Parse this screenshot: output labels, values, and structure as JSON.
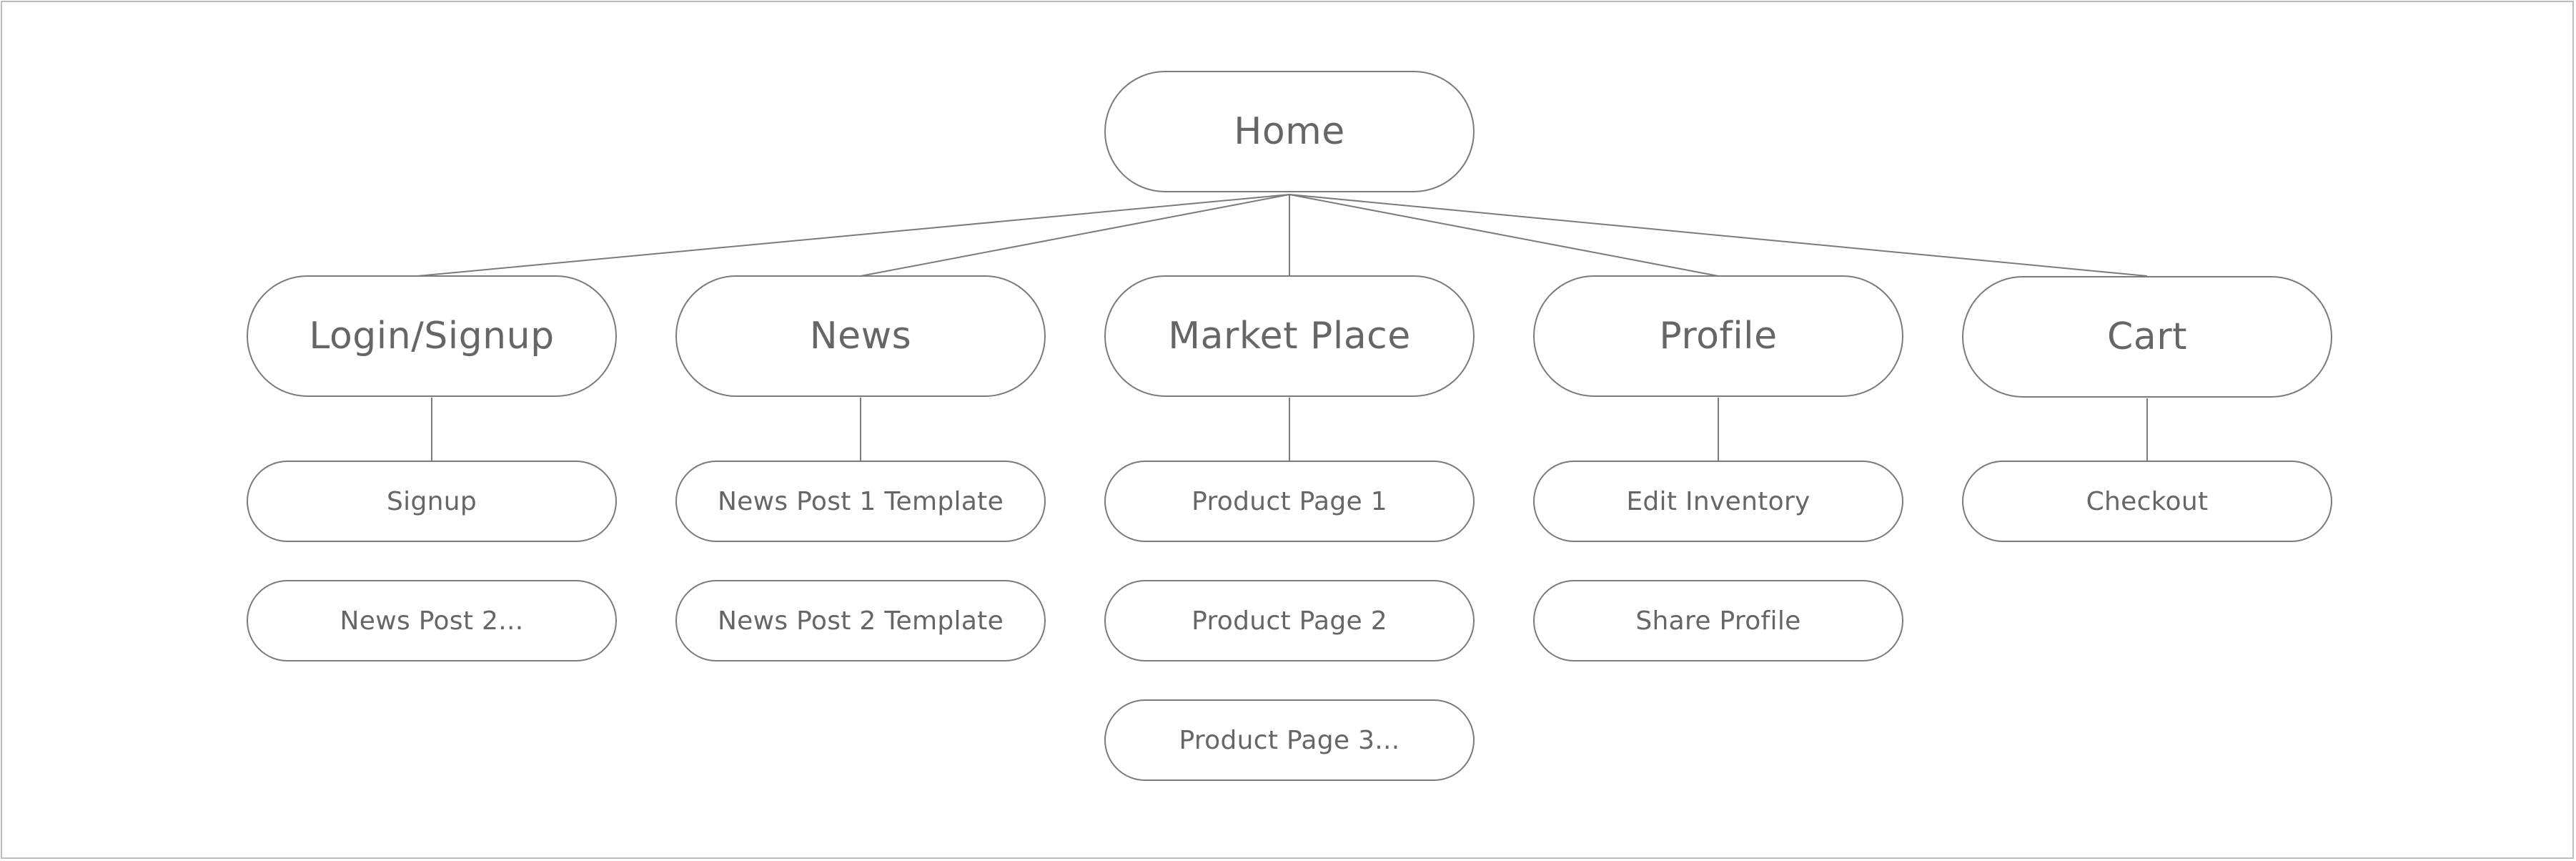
{
  "diagram": {
    "root": {
      "id": "home",
      "label": "Home"
    },
    "sections": [
      {
        "id": "login-signup",
        "label": "Login/Signup",
        "children": [
          {
            "id": "signup",
            "label": "Signup"
          },
          {
            "id": "news-post-2-dup",
            "label": "News Post 2..."
          }
        ]
      },
      {
        "id": "news",
        "label": "News",
        "children": [
          {
            "id": "news-post-1-template",
            "label": "News Post 1 Template"
          },
          {
            "id": "news-post-2-template",
            "label": "News Post 2 Template"
          }
        ]
      },
      {
        "id": "market-place",
        "label": "Market Place",
        "children": [
          {
            "id": "product-page-1",
            "label": "Product Page 1"
          },
          {
            "id": "product-page-2",
            "label": "Product Page 2"
          },
          {
            "id": "product-page-3",
            "label": "Product Page 3..."
          }
        ]
      },
      {
        "id": "profile",
        "label": "Profile",
        "children": [
          {
            "id": "edit-inventory",
            "label": "Edit Inventory"
          },
          {
            "id": "share-profile",
            "label": "Share Profile"
          }
        ]
      },
      {
        "id": "cart",
        "label": "Cart",
        "children": [
          {
            "id": "checkout",
            "label": "Checkout"
          }
        ]
      }
    ]
  },
  "colors": {
    "node_border": "#7b7b7b",
    "edge": "#7b7b7b",
    "text": "#666666",
    "frame_border": "#bdbdbd"
  }
}
